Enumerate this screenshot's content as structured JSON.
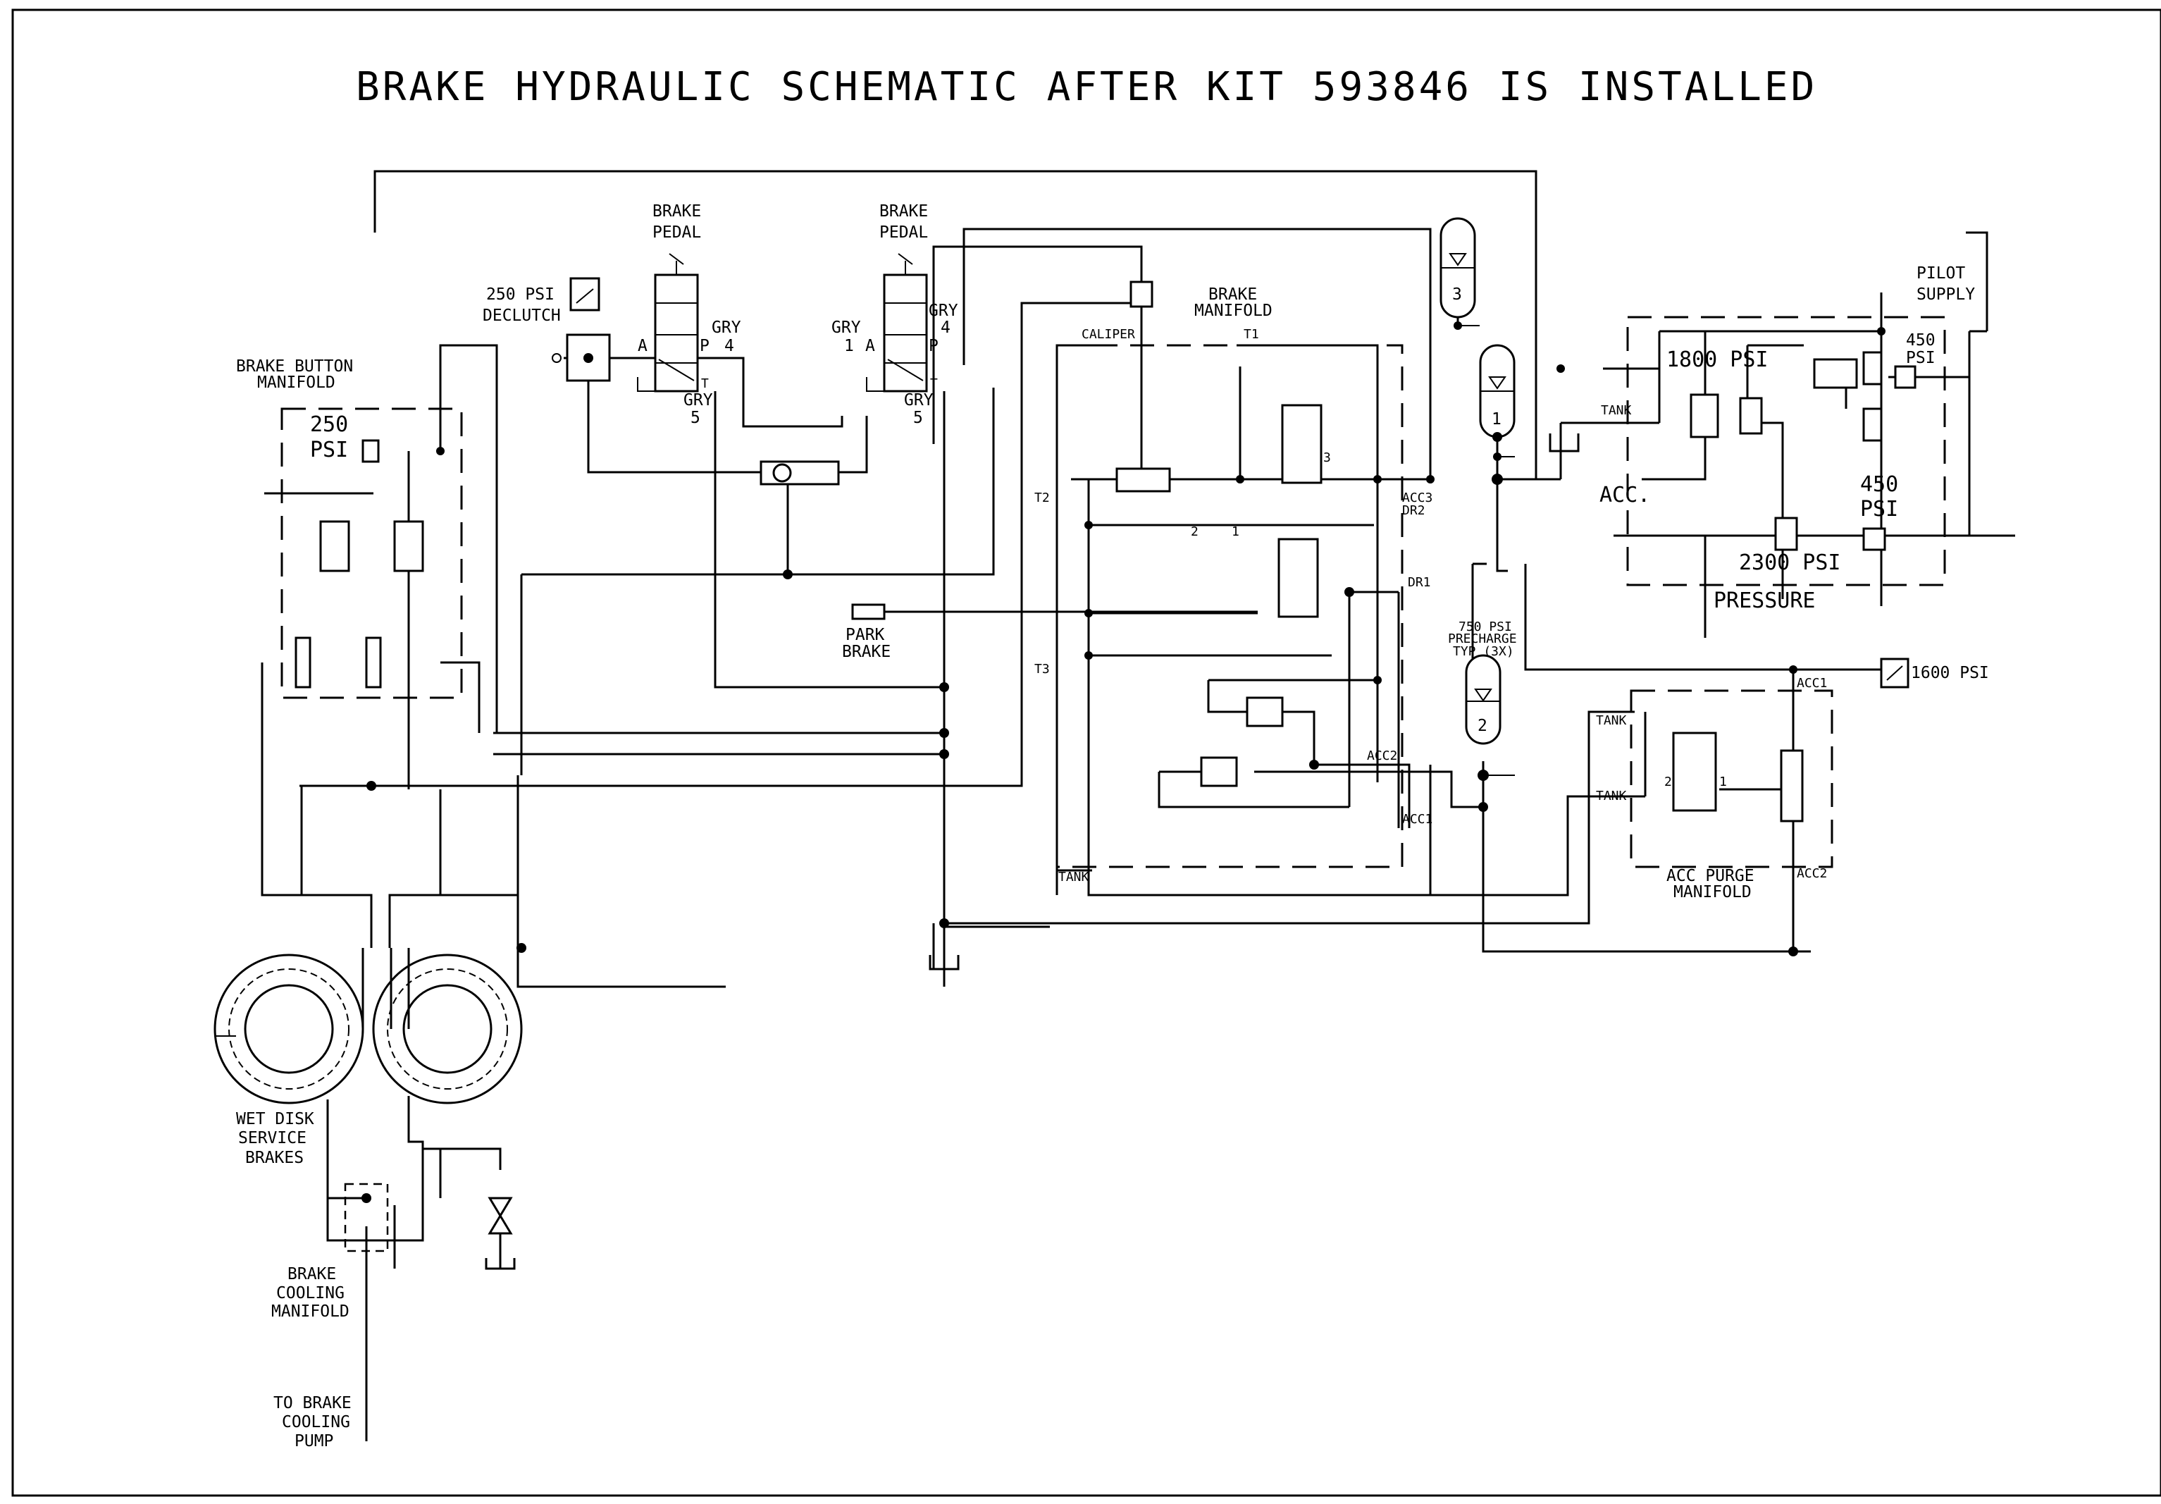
{
  "title": "BRAKE HYDRAULIC SCHEMATIC AFTER KIT 593846 IS INSTALLED",
  "labels": {
    "brake_button_manifold_1": "BRAKE BUTTON",
    "brake_button_manifold_2": "MANIFOLD",
    "psi_250_a": "250",
    "psi_250_b": "PSI",
    "declutch_1": "250 PSI",
    "declutch_2": "DECLUTCH",
    "brake_pedal_1a": "BRAKE",
    "brake_pedal_1b": "PEDAL",
    "brake_pedal_2a": "BRAKE",
    "brake_pedal_2b": "PEDAL",
    "port_a_1": "A",
    "port_a_2": "A",
    "port_p_1": "P",
    "port_p_2": "P",
    "port_t_1": "T",
    "port_t_2": "T",
    "gry4_1a": "GRY",
    "gry4_1b": "4",
    "gry5_1a": "GRY",
    "gry5_1b": "5",
    "gry1_a": "GRY",
    "gry1_b": "1",
    "gry4_2a": "GRY",
    "gry4_2b": "4",
    "gry5_2a": "GRY",
    "gry5_2b": "5",
    "caliper": "CALIPER",
    "brake_manifold_1": "BRAKE",
    "brake_manifold_2": "MANIFOLD",
    "t1": "T1",
    "t2": "T2",
    "t3": "T3",
    "acc3": "ACC3",
    "dr2": "DR2",
    "dr1": "DR1",
    "park_brake_1": "PARK",
    "park_brake_2": "BRAKE",
    "precharge_1": "750 PSI",
    "precharge_2": "PRECHARGE",
    "precharge_3": "TYP (3X)",
    "acc2_a": "ACC2",
    "acc1_a": "ACC1",
    "tank_a": "TANK",
    "accum_1": "1",
    "accum_2": "2",
    "accum_3": "3",
    "pilot_supply_1": "PILOT",
    "pilot_supply_2": "SUPPLY",
    "psi_1800": "1800 PSI",
    "psi_450_a": "450",
    "psi_450_b": "PSI",
    "psi_450_c": "450",
    "psi_450_d": "PSI",
    "psi_2300": "2300 PSI",
    "pressure": "PRESSURE",
    "acc_label": "ACC.",
    "tank_b": "TANK",
    "tank_c": "TANK",
    "tank_d": "TANK",
    "psi_1600": "1600 PSI",
    "acc1_b": "ACC1",
    "acc2_b": "ACC2",
    "acc_purge_1": "ACC PURGE",
    "acc_purge_2": "MANIFOLD",
    "wet_disk_1": "WET DISK",
    "wet_disk_2": "SERVICE",
    "wet_disk_3": "BRAKES",
    "cooling_1": "BRAKE",
    "cooling_2": "COOLING",
    "cooling_3": "MANIFOLD",
    "pump_1": "TO BRAKE",
    "pump_2": "COOLING",
    "pump_3": "PUMP",
    "n1": "1",
    "n2": "2",
    "n3": "3"
  }
}
